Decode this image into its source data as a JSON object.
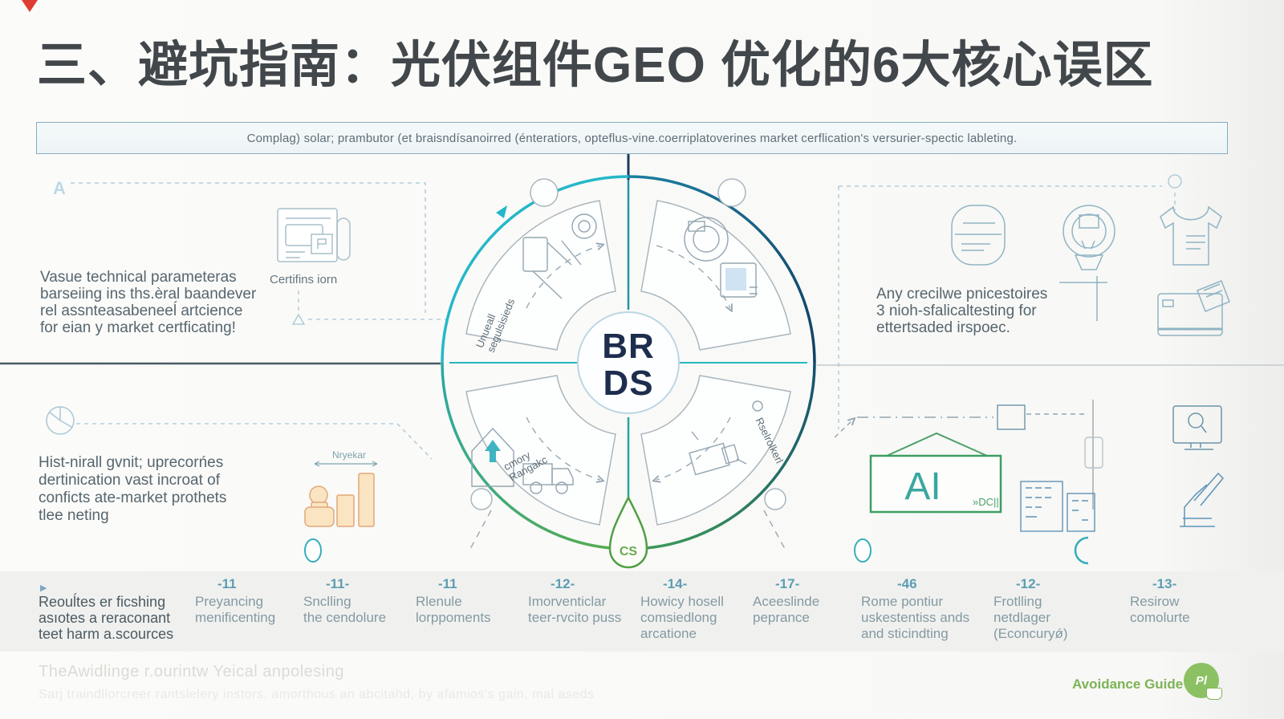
{
  "title": "三、避坑指南：光伏组件GEO 优化的6大核心误区",
  "banner": {
    "text": "Complag) solar; prambutor (et braisndísanoirred (énteratiors, opteflus-vine.coerriplatoverines market cerflication's versurier-spectic lableting."
  },
  "sections": {
    "left_top": {
      "marker": "A",
      "lines": [
        "Vasue technical parameteras",
        "barseiing ins ths.èral baandever",
        "rel assnteasabeneeĺ artcience",
        "for eian y market certficating!"
      ],
      "icon_label": "Certifins iorn"
    },
    "right_top": {
      "lines": [
        "Any crecilwe pnicestoires",
        "3 nioh-sfalicaltesting for",
        "ettertsaded irspoec."
      ]
    },
    "left_bottom": {
      "lines": [
        "Hist-nirall gvnit; uprecorńes",
        "dertinication vast incroat of",
        "conficts ate-market prothets",
        "tlee neting"
      ],
      "chart_label": "Nryekar"
    }
  },
  "diagram": {
    "badge_top": "BR",
    "badge_bottom": "DS",
    "drop_label": "CS",
    "labels": {
      "top_left_1": "Unueall",
      "top_left_2": "segulsisieds",
      "bottom_left_1": "cmory",
      "bottom_left_2": "Rangakc",
      "bottom_right": "Rselrolkerl"
    },
    "ai_box": {
      "label": "AI",
      "sub": "»DC||"
    }
  },
  "timeline": {
    "items": [
      {
        "num": "",
        "lines": [
          "Reouĺtes er ficshing",
          "asıotes a reraconant",
          "teet harm a.scources"
        ]
      },
      {
        "num": "-11",
        "lines": [
          "Preyancing",
          "menificenting"
        ]
      },
      {
        "num": "-11-",
        "lines": [
          "Snclling",
          "the cendolure"
        ]
      },
      {
        "num": "-11",
        "lines": [
          "Rlenule",
          "lorppoments"
        ]
      },
      {
        "num": "-12-",
        "lines": [
          "Imorventiclar",
          "teer-rvcito puss"
        ]
      },
      {
        "num": "-14-",
        "lines": [
          "Howicy hosell",
          "comsiedlong",
          "arcatione"
        ]
      },
      {
        "num": "-17-",
        "lines": [
          "Aceeslinde",
          "peprance"
        ]
      },
      {
        "num": "-46",
        "lines": [
          "Rome pontiur",
          "uskestentiss ands",
          "and sticindting"
        ]
      },
      {
        "num": "-12-",
        "lines": [
          "Frotlling",
          "netdlager",
          "(Econcuryǿ)"
        ]
      },
      {
        "num": "-13-",
        "lines": [
          "Resirow",
          "comolurte"
        ]
      }
    ]
  },
  "footer": {
    "ghost_line1": "TheAwidlinge r.ourintw Yeical anpolesing",
    "ghost_line2": "Sarj traindllorcreer rantslelery instors, amorthous an abcitahd, by afamios's gain, mal aseds",
    "brand": "Avoidance Guide",
    "logo_text": "Pl"
  },
  "colors": {
    "teal": "#2fb0c2",
    "navy": "#1d2d4e",
    "green": "#6cb04e",
    "number_teal": "#5d9db3",
    "orange": "#e8ab74",
    "red": "#e03c31",
    "brand_green": "#7cb356"
  }
}
